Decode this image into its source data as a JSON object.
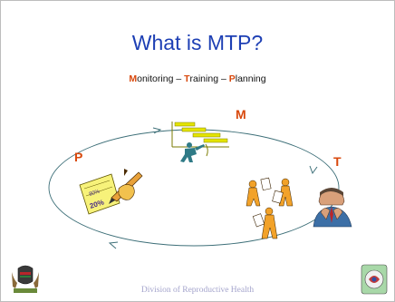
{
  "slide": {
    "title": "What is MTP?",
    "subtitle": {
      "m_letter": "M",
      "m_rest": "onitoring",
      "sep1": " – ",
      "t_letter": "T",
      "t_rest": "raining",
      "sep2": " – ",
      "p_letter": "P",
      "p_rest": "lanning"
    },
    "cycle_labels": {
      "m": "M",
      "t": "T",
      "p": "P"
    },
    "chart_note_text": "80%",
    "chart_note_text2": "20%",
    "footer": "Division of Reproductive Health",
    "accent_color": "#d8480c",
    "title_color": "#1d3fb4"
  }
}
